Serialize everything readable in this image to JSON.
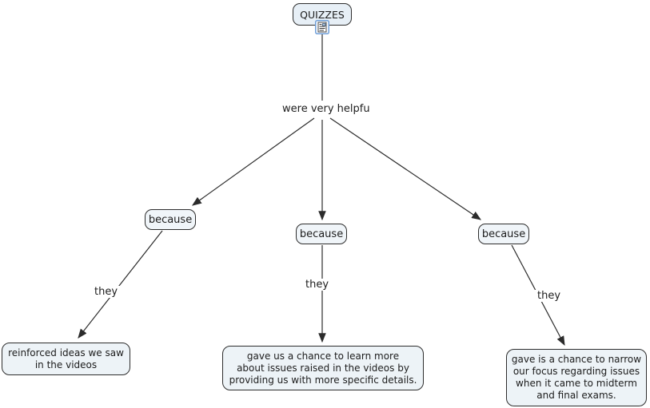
{
  "diagram": {
    "root": {
      "label": "QUIZZES"
    },
    "root_resource_icon": "document-resource-icon",
    "root_link": {
      "label": "were very helpfu"
    },
    "branches": [
      {
        "connector": "because",
        "link": "they",
        "concept": "reinforced ideas we saw\nin the videos"
      },
      {
        "connector": "because",
        "link": "they",
        "concept": "gave us a chance to learn more\nabout issues raised in the videos by\nproviding us with more specific details."
      },
      {
        "connector": "because",
        "link": "they",
        "concept": "gave is a chance to narrow\nour focus regarding issues\nwhen it came to midterm\nand final exams."
      }
    ],
    "colors": {
      "node_fill": "#ecf2f8",
      "node_border": "#2e2e2e",
      "line": "#2b2b2b",
      "icon_frame": "#6f9fd8"
    }
  }
}
